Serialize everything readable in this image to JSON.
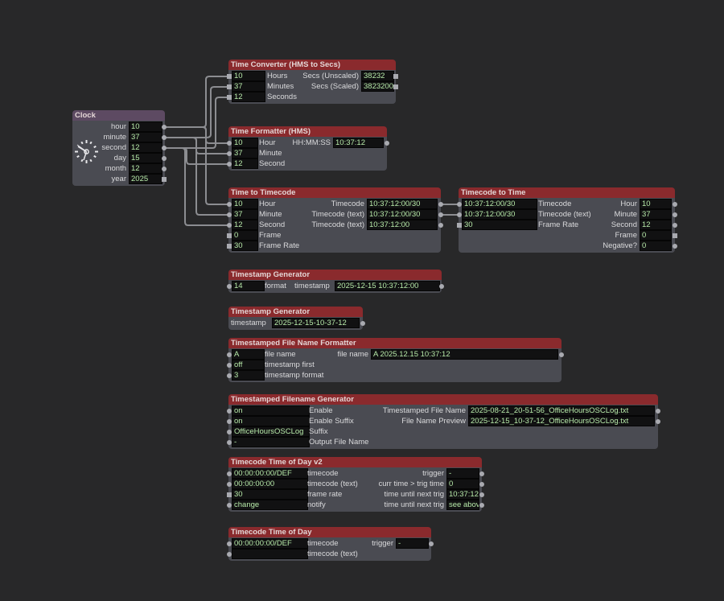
{
  "canvas": {
    "background": "#282829",
    "title_color": "#8a2a2d",
    "clock_title_color": "#5d4a62",
    "value_color": "#b7eaa9"
  },
  "clock": {
    "title": "Clock",
    "icon": "clock-icon",
    "rows": [
      {
        "label": "hour",
        "value": "10"
      },
      {
        "label": "minute",
        "value": "37"
      },
      {
        "label": "second",
        "value": "12"
      },
      {
        "label": "day",
        "value": "15"
      },
      {
        "label": "month",
        "value": "12"
      },
      {
        "label": "year",
        "value": "2025"
      }
    ]
  },
  "time_converter": {
    "title": "Time Converter (HMS to Secs)",
    "inputs": [
      {
        "value": "10",
        "label": "Hours"
      },
      {
        "value": "37",
        "label": "Minutes"
      },
      {
        "value": "12",
        "label": "Seconds"
      }
    ],
    "outputs": [
      {
        "label": "Secs (Unscaled)",
        "value": "38232"
      },
      {
        "label": "Secs (Scaled)",
        "value": "3823200"
      }
    ]
  },
  "time_formatter": {
    "title": "Time Formatter (HMS)",
    "inputs": [
      {
        "value": "10",
        "label": "Hour"
      },
      {
        "value": "37",
        "label": "Minute"
      },
      {
        "value": "12",
        "label": "Second"
      }
    ],
    "outputs": [
      {
        "label": "HH:MM:SS",
        "value": "10:37:12"
      }
    ]
  },
  "time_to_timecode": {
    "title": "Time to Timecode",
    "inputs": [
      {
        "value": "10",
        "label": "Hour"
      },
      {
        "value": "37",
        "label": "Minute"
      },
      {
        "value": "12",
        "label": "Second"
      },
      {
        "value": "0",
        "label": "Frame"
      },
      {
        "value": "30",
        "label": "Frame Rate"
      }
    ],
    "outputs": [
      {
        "label": "Timecode",
        "value": "10:37:12:00/30"
      },
      {
        "label": "Timecode (text)",
        "value": "10:37:12:00/30"
      },
      {
        "label": "Timecode (text)",
        "value": "10:37:12:00"
      }
    ]
  },
  "timecode_to_time": {
    "title": "Timecode to Time",
    "inputs": [
      {
        "value": "10:37:12:00/30",
        "label": "Timecode"
      },
      {
        "value": "10:37:12:00/30",
        "label": "Timecode (text)"
      },
      {
        "value": "30",
        "label": "Frame Rate"
      }
    ],
    "outputs": [
      {
        "label": "Hour",
        "value": "10"
      },
      {
        "label": "Minute",
        "value": "37"
      },
      {
        "label": "Second",
        "value": "12"
      },
      {
        "label": "Frame",
        "value": "0"
      },
      {
        "label": "Negative?",
        "value": "0"
      }
    ]
  },
  "timestamp_gen_1": {
    "title": "Timestamp Generator",
    "inputs": [
      {
        "value": "14",
        "label": "format"
      }
    ],
    "outputs": [
      {
        "label": "timestamp",
        "value": "2025-12-15 10:37:12:00"
      }
    ]
  },
  "timestamp_gen_2": {
    "title": "Timestamp Generator",
    "outputs": [
      {
        "label": "timestamp",
        "value": "2025-12-15-10-37-12"
      }
    ]
  },
  "file_name_formatter": {
    "title": "Timestamped File Name Formatter",
    "inputs": [
      {
        "value": "A",
        "label": "file name"
      },
      {
        "value": "off",
        "label": "timestamp first"
      },
      {
        "value": "3",
        "label": "timestamp format"
      }
    ],
    "outputs": [
      {
        "label": "file name",
        "value": "A 2025.12.15 10:37:12"
      }
    ]
  },
  "filename_generator": {
    "title": "Timestamped Filename Generator",
    "inputs": [
      {
        "value": "on",
        "label": "Enable"
      },
      {
        "value": "on",
        "label": "Enable Suffix"
      },
      {
        "value": "OfficeHoursOSCLog",
        "label": "Suffix"
      },
      {
        "value": "-",
        "label": "Output File Name"
      }
    ],
    "outputs": [
      {
        "label": "Timestamped File Name",
        "value": "2025-08-21_20-51-56_OfficeHoursOSCLog.txt"
      },
      {
        "label": "File Name Preview",
        "value": "2025-12-15_10-37-12_OfficeHoursOSCLog.txt"
      }
    ]
  },
  "tc_time_of_day_v2": {
    "title": "Timecode Time of Day v2",
    "inputs": [
      {
        "value": "00:00:00:00/DEF",
        "label": "timecode"
      },
      {
        "value": "00:00:00:00",
        "label": "timecode (text)"
      },
      {
        "value": "30",
        "label": "frame rate"
      },
      {
        "value": "change",
        "label": "notify"
      }
    ],
    "outputs": [
      {
        "label": "trigger",
        "value": "-"
      },
      {
        "label": "curr time > trig time",
        "value": "0"
      },
      {
        "label": "time until next trig",
        "value": "10:37:12"
      },
      {
        "label": "time until next trig",
        "value": "see above"
      }
    ]
  },
  "tc_time_of_day": {
    "title": "Timecode Time of Day",
    "inputs": [
      {
        "value": "00:00:00:00/DEF",
        "label": "timecode"
      },
      {
        "value": "",
        "label": "timecode (text)"
      }
    ],
    "outputs": [
      {
        "label": "trigger",
        "value": "-"
      }
    ]
  }
}
